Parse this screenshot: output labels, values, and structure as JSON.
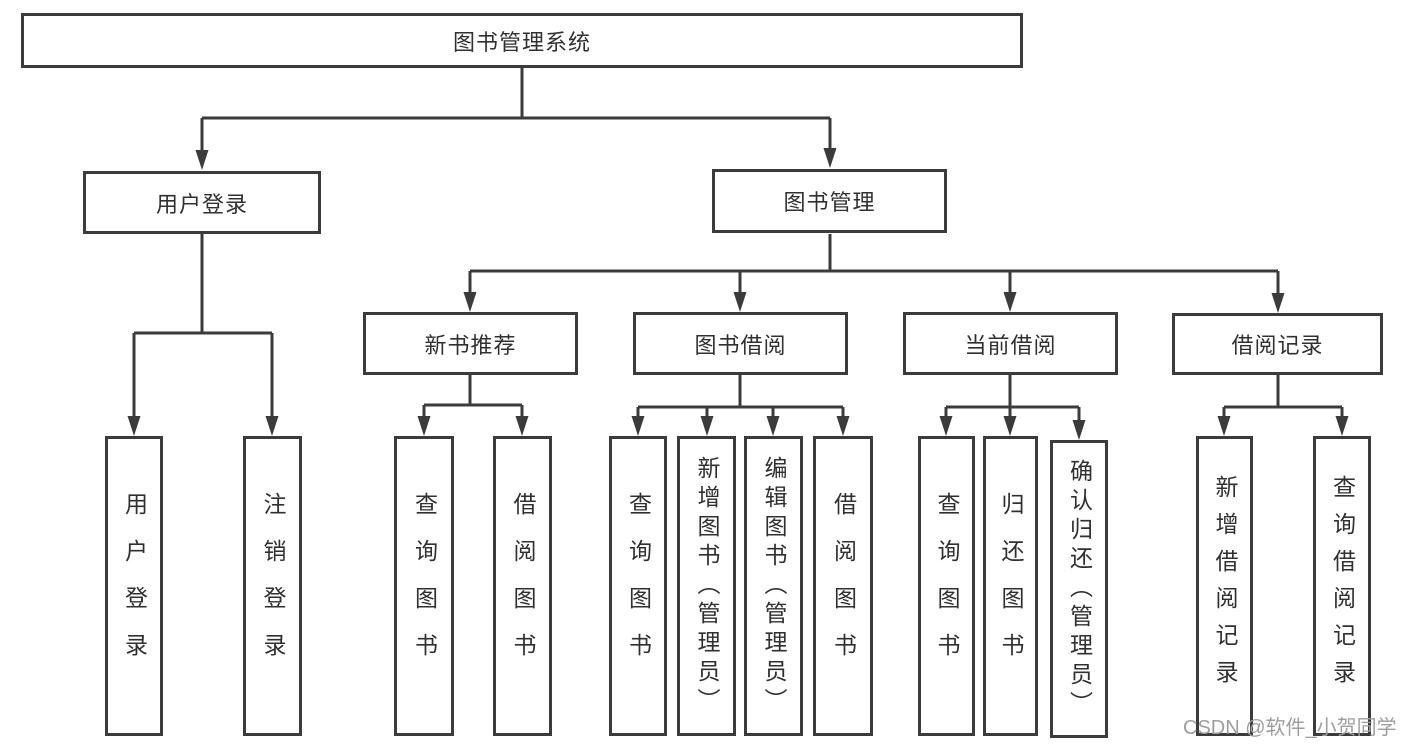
{
  "diagram_title": "图书管理系统",
  "nodes": {
    "root": {
      "label": "图书管理系统"
    },
    "branches": [
      {
        "label": "用户登录",
        "parent": "图书管理系统"
      },
      {
        "label": "图书管理",
        "parent": "图书管理系统"
      }
    ],
    "modules": [
      {
        "label": "新书推荐",
        "parent": "图书管理"
      },
      {
        "label": "图书借阅",
        "parent": "图书管理"
      },
      {
        "label": "当前借阅",
        "parent": "图书管理"
      },
      {
        "label": "借阅记录",
        "parent": "图书管理"
      }
    ],
    "leaves": [
      {
        "label": "用户登录",
        "parent": "用户登录"
      },
      {
        "label": "注销登录",
        "parent": "用户登录"
      },
      {
        "label": "查询图书",
        "parent": "新书推荐"
      },
      {
        "label": "借阅图书",
        "parent": "新书推荐"
      },
      {
        "label": "查询图书",
        "parent": "图书借阅"
      },
      {
        "label": "新增图书（管理员）",
        "parent": "图书借阅"
      },
      {
        "label": "编辑图书（管理员）",
        "parent": "图书借阅"
      },
      {
        "label": "借阅图书",
        "parent": "图书借阅"
      },
      {
        "label": "查询图书",
        "parent": "当前借阅"
      },
      {
        "label": "归还图书",
        "parent": "当前借阅"
      },
      {
        "label": "确认归还（管理员）",
        "parent": "当前借阅"
      },
      {
        "label": "新增借阅记录",
        "parent": "借阅记录"
      },
      {
        "label": "查询借阅记录",
        "parent": "借阅记录"
      }
    ]
  },
  "watermark": "CSDN @软件_小贺同学",
  "colors": {
    "line": "#3b3b3b",
    "text": "#303030",
    "watermark": "#9e9e9e",
    "background": "#ffffff"
  }
}
